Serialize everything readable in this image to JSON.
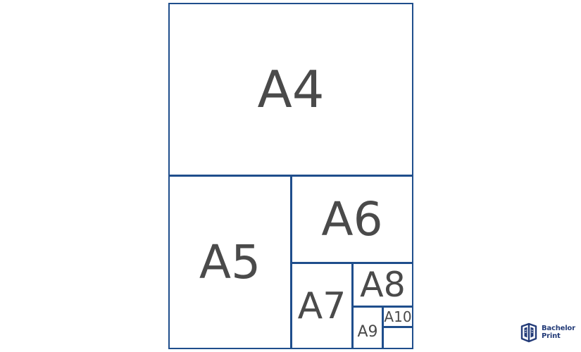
{
  "diagram": {
    "labels": {
      "a4": "A4",
      "a5": "A5",
      "a6": "A6",
      "a7": "A7",
      "a8": "A8",
      "a9": "A9",
      "a10": "A10"
    }
  },
  "brand": {
    "line1": "Bachelor",
    "line2": "Print"
  },
  "colors": {
    "border": "#1f4e8c",
    "label": "#4a4a4a",
    "logo": "#233b78",
    "background": "#ffffff"
  }
}
